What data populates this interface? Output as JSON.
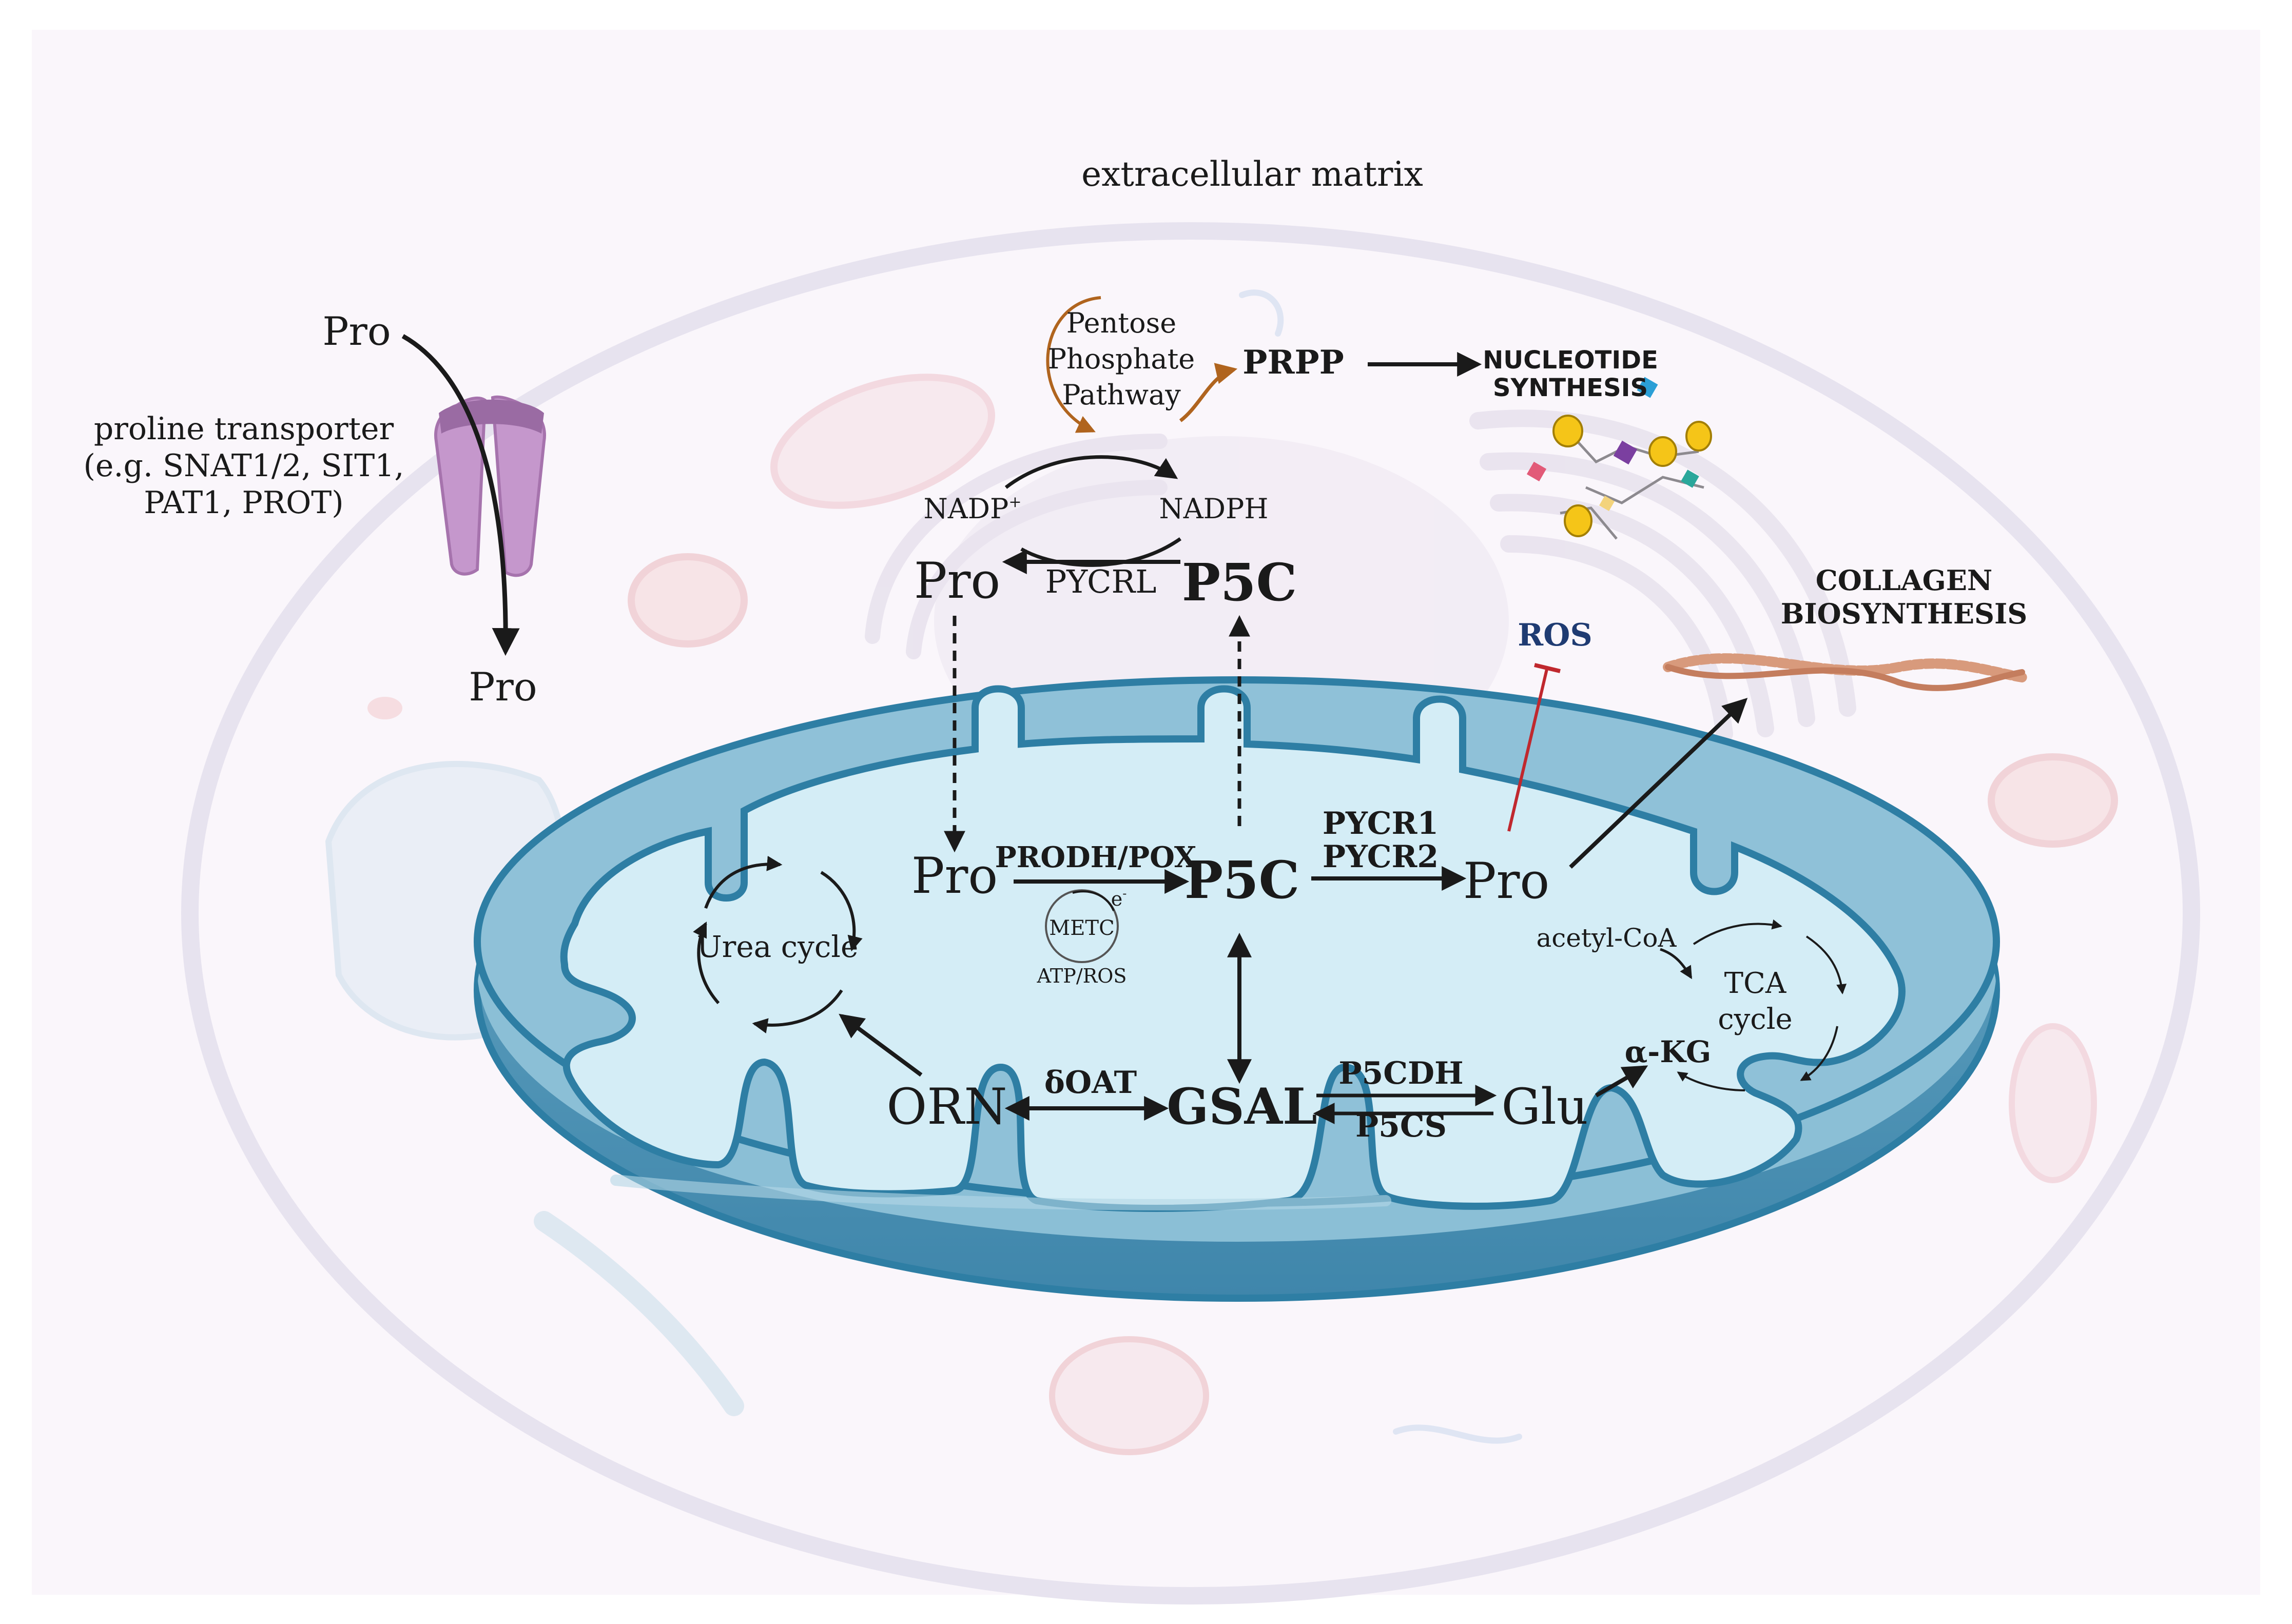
{
  "labels": {
    "extracellular_matrix": "extracellular matrix",
    "pro_outside": "Pro",
    "pro_inside": "Pro",
    "transporter_line1": "proline transporter",
    "transporter_line2": "(e.g. SNAT1/2, SIT1,",
    "transporter_line3": "PAT1, PROT)",
    "pentose_line1": "Pentose",
    "pentose_line2": "Phosphate",
    "pentose_line3": "Pathway",
    "prpp": "PRPP",
    "nucleotide_line1": "NUCLEOTIDE",
    "nucleotide_line2": "SYNTHESIS",
    "nadp": "NADP",
    "nadp_sup": "+",
    "nadph": "NADPH",
    "pro_cyto": "Pro",
    "pycrl": "PYCRL",
    "p5c_cyto": "P5C",
    "ros": "ROS",
    "collagen_line1": "COLLAGEN",
    "collagen_line2": "BIOSYNTHESIS",
    "pro_mito": "Pro",
    "prodh": "PRODH/POX",
    "p5c_mito": "P5C",
    "electron": "e",
    "electron_sup": "-",
    "pycr1": "PYCR1",
    "pycr2": "PYCR2",
    "pro_mito_right": "Pro",
    "metc": "METC",
    "atp_ros": "ATP/ROS",
    "urea_cycle": "Urea cycle",
    "acetyl_coa": "acetyl-CoA",
    "tca_line1": "TCA",
    "tca_line2": "cycle",
    "akg": "α-KG",
    "orn": "ORN",
    "doat": "δOAT",
    "gsal": "GSAL",
    "p5cdh": "P5CDH",
    "p5cs": "P5CS",
    "glu": "Glu"
  },
  "colors": {
    "mito_outer": "#5b9dbb",
    "mito_outer_stroke": "#2e7ea4",
    "mito_inner": "#d4edf6",
    "cell_membrane": "#e7e3ef",
    "background": "#faf6fb",
    "transporter": "#c597cc",
    "ppp_arrow": "#b0641e",
    "ros_text": "#1f3b72",
    "inhibit": "#c0282e",
    "collagen": "#c8876a",
    "arrow": "#1a1a1a"
  }
}
